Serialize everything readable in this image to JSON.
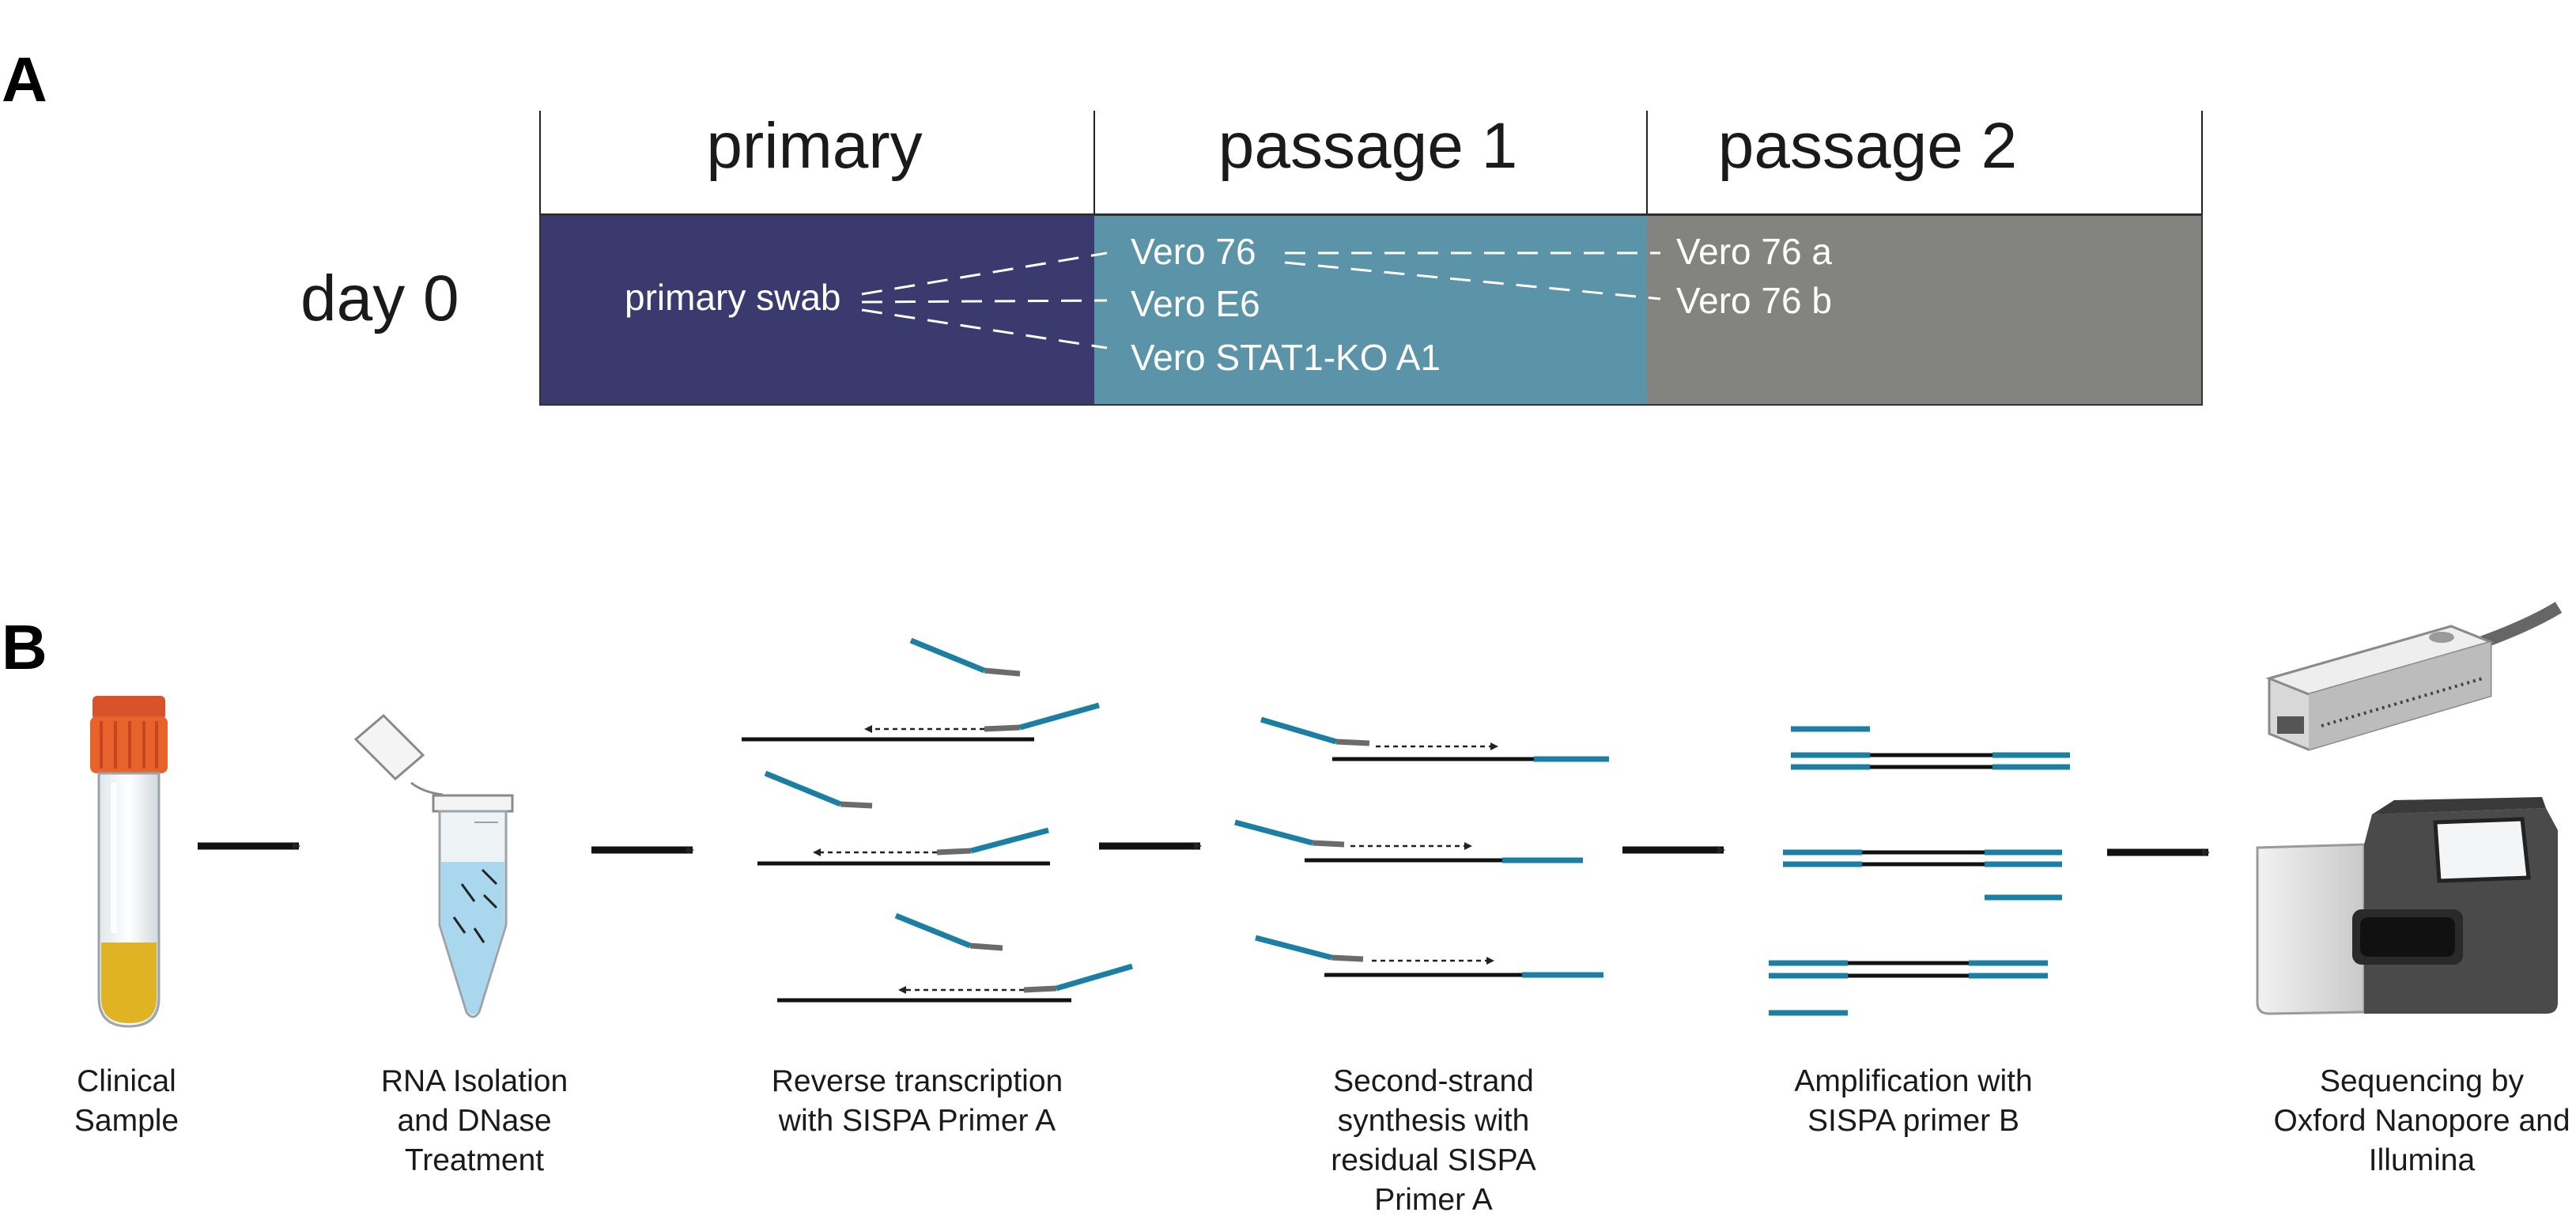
{
  "panel_a": {
    "letter": "A",
    "columns": [
      "primary",
      "passage 1",
      "passage 2"
    ],
    "row_label": "day 0",
    "primary_cell": "primary swab",
    "passage1_cells": [
      "Vero 76",
      "Vero E6",
      "Vero STAT1-KO A1"
    ],
    "passage2_cells": [
      "Vero 76 a",
      "Vero 76 b"
    ],
    "colors": {
      "primary": "#3b3a6e",
      "passage1": "#5b93a8",
      "passage2": "#838480"
    }
  },
  "panel_b": {
    "letter": "B",
    "steps": [
      {
        "lines": [
          "Clinical",
          "Sample"
        ]
      },
      {
        "lines": [
          "RNA Isolation",
          "and DNase",
          "Treatment"
        ]
      },
      {
        "lines": [
          "Reverse transcription",
          "with SISPA Primer A"
        ]
      },
      {
        "lines": [
          "Second-strand",
          "synthesis with",
          "residual SISPA",
          "Primer A"
        ]
      },
      {
        "lines": [
          "Amplification with",
          "SISPA primer B"
        ]
      },
      {
        "lines": [
          "Sequencing by",
          "Oxford Nanopore and",
          "Illumina"
        ]
      }
    ],
    "colors": {
      "primer": "#1a7fa3",
      "tube_cap": "#e8632b",
      "sample": "#e0b325"
    }
  }
}
